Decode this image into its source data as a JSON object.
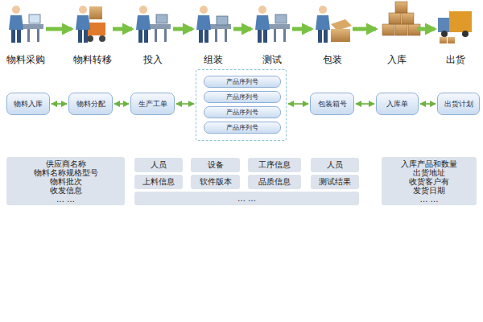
{
  "diagram": {
    "nodes": [
      {
        "text": [
          "物料入库"
        ]
      },
      {
        "text": [
          "物料分配"
        ]
      },
      {
        "text": [
          "生产工单"
        ]
      },
      {
        "text": []
      },
      {
        "text": [
          "产品序列号"
        ],
        "in": 3
      },
      {
        "text": [
          "产品序列号"
        ],
        "in": 3
      },
      {
        "text": [
          "产品序列号"
        ],
        "in": 3
      },
      {
        "text": [
          "产品序列号"
        ],
        "in": 3
      },
      {
        "text": [
          "包装箱号"
        ]
      },
      {
        "text": [
          "入库单"
        ]
      },
      {
        "text": [
          "出货计划"
        ]
      },
      {
        "text": [
          "供应商名称",
          "物料名称规格型号",
          "物料批次",
          "收发信息",
          "… …"
        ]
      },
      {
        "text": [
          "人员"
        ]
      },
      {
        "text": [
          "设备"
        ]
      },
      {
        "text": [
          "工序信息"
        ]
      },
      {
        "text": [
          "人员"
        ]
      },
      {
        "text": [
          "上料信息"
        ]
      },
      {
        "text": [
          "软件版本"
        ]
      },
      {
        "text": [
          "品质信息"
        ]
      },
      {
        "text": [
          "测试结果"
        ]
      },
      {
        "text": [
          "… …"
        ]
      },
      {
        "text": [
          "入库产品和数量",
          "出货地址",
          "收货客户有",
          "发货日期",
          "… …"
        ]
      }
    ],
    "edges": [
      {
        "from": 0,
        "to": 1,
        "arrow": "both"
      },
      {
        "from": 1,
        "to": 2,
        "arrow": "both"
      },
      {
        "from": 2,
        "to": 3,
        "arrow": "both"
      },
      {
        "from": 3,
        "to": 8,
        "arrow": "both"
      },
      {
        "from": 8,
        "to": 9,
        "arrow": "both"
      },
      {
        "from": 9,
        "to": 10,
        "arrow": "both"
      }
    ],
    "labels": [
      "物料采购",
      "物料转移",
      "投入",
      "组装",
      "测试",
      "包装",
      "入库",
      "出货"
    ]
  }
}
